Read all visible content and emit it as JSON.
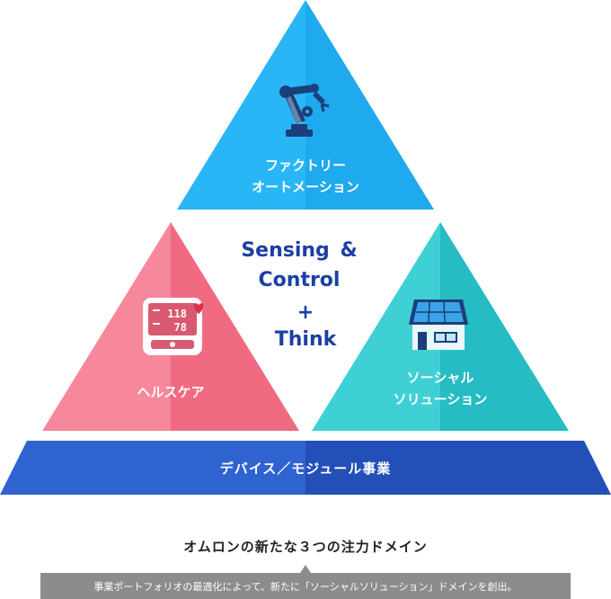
{
  "segments": {
    "top": {
      "line1": "ファクトリー",
      "line2": "オートメーション",
      "icon": "robot-arm-icon",
      "color": "#29b6f6",
      "color_light": "#4dc7ff"
    },
    "left": {
      "line1": "ヘルスケア",
      "icon": "blood-pressure-monitor-icon",
      "color": "#f06b82",
      "color_light": "#f7879a",
      "monitor_top": "118",
      "monitor_bottom": "78"
    },
    "right": {
      "line1": "ソーシャル",
      "line2": "ソリューション",
      "icon": "solar-house-icon",
      "color": "#26bcc4",
      "color_light": "#3fd0d6"
    }
  },
  "center": {
    "line1": "Sensing",
    "amp": "&",
    "line2": "Control",
    "plus": "+",
    "line3": "Think",
    "color": "#1b3fa6"
  },
  "base": {
    "label": "デバイス／モジュール事業",
    "color": "#2a56c6"
  },
  "caption": {
    "heading": "オムロンの新たな３つの注力ドメイン",
    "note": "事業ポートフォリオの最適化によって、新たに「ソーシャルソリューション」ドメインを創出。"
  }
}
